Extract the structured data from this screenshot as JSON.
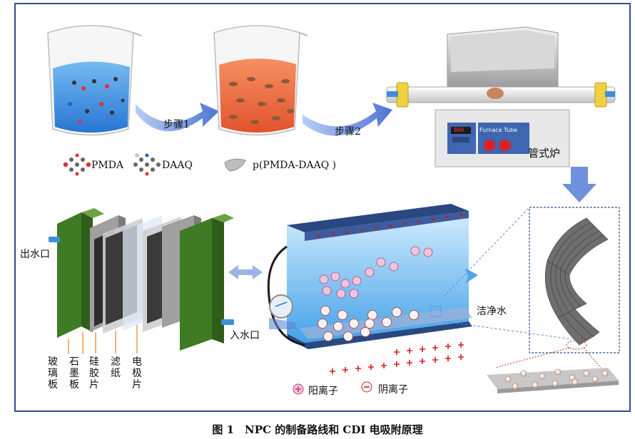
{
  "labels": {
    "step1": "步骤1",
    "step2": "步骤2",
    "furnace": "管式炉",
    "furnace_tube": "Furnace Tube",
    "furnace_display": "800",
    "pmda": "PMDA",
    "daaq": "DAAQ",
    "polymer": "p(PMDA-DAAQ )",
    "water_outlet": "出水口",
    "water_inlet": "入水口",
    "clean_water": "洁净水",
    "cation_legend": "阳离子",
    "anion_legend": "阴离子",
    "layer_glass": "玻璃板",
    "layer_graphite": "石墨板",
    "layer_silicone": "硅胶片",
    "layer_filter": "滤纸",
    "layer_electrode": "电极片"
  },
  "caption": "图 1　NPC 的制备路线和 CDI 电吸附原理",
  "colors": {
    "frame": "#2e4f8f",
    "arrow": "#5b7fd6",
    "blue_solution": "#2f8fe0",
    "orange_solution": "#e8542c",
    "green_plate": "#4f8a2e",
    "cation": "#c83a78",
    "anion": "#d03030"
  }
}
